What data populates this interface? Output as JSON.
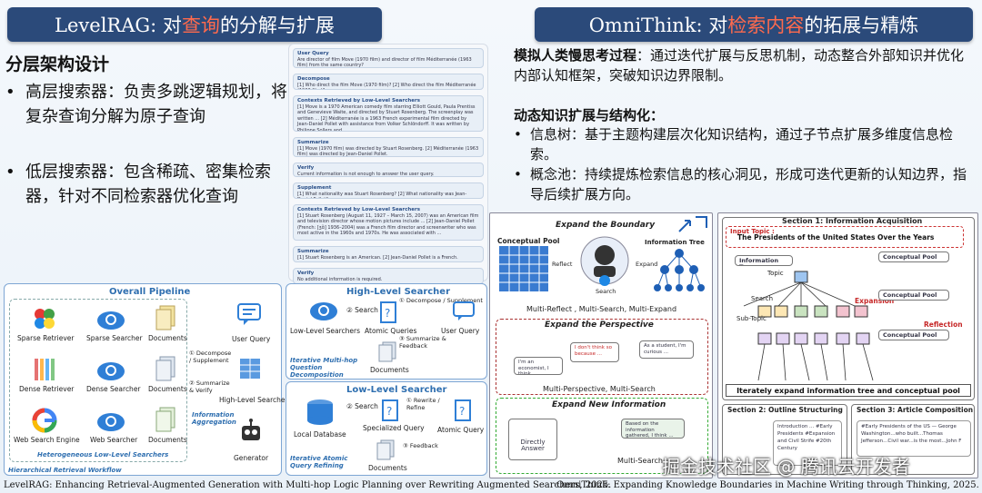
{
  "left_header": {
    "prefix": "LevelRAG: 对",
    "highlight": "查询",
    "suffix": "的分解与扩展"
  },
  "right_header": {
    "prefix": "OmniThink: 对",
    "highlight": "检索内容",
    "suffix": "的拓展与精炼"
  },
  "left_points": {
    "title": "分层架构设计",
    "bullet1": "高层搜索器：负责多跳逻辑规划，将复杂查询分解为原子查询",
    "bullet2": "低层搜索器：包含稀疏、密集检索器，针对不同检索器优化查询"
  },
  "right_points": {
    "h1": "模拟人类慢思考过程",
    "p1": "：通过迭代扩展与反思机制，动态整合外部知识并优化内部认知框架，突破知识边界限制。",
    "h2": "动态知识扩展与结构化：",
    "b1": "信息树：基于主题构建层次化知识结构，通过子节点扩展多维度信息检索。",
    "b2": "概念池：持续提炼检索信息的核心洞见，形成可迭代更新的认知边界，指导后续扩展方向。"
  },
  "trace": [
    {
      "t": "User Query",
      "b": "Are director of film Move (1970 film) and director of film Méditerranée (1963 film) from the same country?"
    },
    {
      "t": "Decompose",
      "b": "[1] Who direct the film Move (1970 film)? [2] Who direct the film Méditerranée (1963 film)?"
    },
    {
      "t": "Contexts Retrieved by Low-Level Searchers",
      "b": "[1] Move is a 1970 American comedy film starring Elliott Gould, Paula Prentiss and Genevieve Waite, and directed by Stuart Rosenberg. The screenplay was written ... [2] Méditerranée is a 1963 French experimental film directed by Jean-Daniel Pollet with assistance from Volker Schlöndorff. It was written by Philippe Sollers and ..."
    },
    {
      "t": "Summarize",
      "b": "[1] Move (1970 film) was directed by Stuart Rosenberg. [2] Méditerranée (1963 film) was directed by Jean-Daniel Pollet."
    },
    {
      "t": "Verify",
      "b": "Current information is not enough to answer the user query."
    },
    {
      "t": "Supplement",
      "b": "[1] What nationality was Stuart Rosenberg? [2] What nationality was Jean-Daniel Pollet?"
    },
    {
      "t": "Contexts Retrieved by Low-Level Searchers",
      "b": "[1] Stuart Rosenberg (August 11, 1927 – March 15, 2007) was an American film and television director whose motion pictures include ... [2] Jean-Daniel Pollet (French: [ʒɑ̃] 1936–2004) was a French film director and screenwriter who was most active in the 1960s and 1970s. He was associated with ..."
    },
    {
      "t": "Summarize",
      "b": "[1] Stuart Rosenberg is an American. [2] Jean-Daniel Pollet is a French."
    },
    {
      "t": "Verify",
      "b": "No additional information is required."
    }
  ],
  "pipeline": {
    "title": "Overall Pipeline",
    "sparse_retriever": "Sparse Retriever",
    "sparse_searcher": "Sparse Searcher",
    "dense_retriever": "Dense Retriever",
    "dense_searcher": "Dense Searcher",
    "web_engine": "Web Search Engine",
    "web_searcher": "Web Searcher",
    "documents": "Documents",
    "user_query": "User Query",
    "decompose": "① Decompose / Supplement",
    "summarize": "② Summarize & Verify",
    "high_level": "High-Level Searcher",
    "info_agg": "Information Aggregation",
    "generator": "Generator",
    "hetero": "Heterogeneous Low-Level Searchers",
    "workflow": "Hierarchical Retrieval Workflow"
  },
  "high_level": {
    "title": "High-Level Searcher",
    "decompose": "① Decompose / Supplement",
    "search": "② Search",
    "low_level": "Low-Level Searchers",
    "atomic": "Atomic Queries",
    "user_query": "User Query",
    "summarize": "③ Summarize & Feedback",
    "documents": "Documents",
    "caption": "Iterative Multi-hop Question Decomposition"
  },
  "low_level": {
    "title": "Low-Level Searcher",
    "rewrite": "① Rewrite / Refine",
    "search": "② Search",
    "local_db": "Local Database",
    "specialized": "Specialized Query",
    "atomic": "Atomic Query",
    "feedback": "③ Feedback",
    "documents": "Documents",
    "caption": "Iterative Atomic Query Refining"
  },
  "omni_left": {
    "expand_boundary": "Expand the Boundary",
    "conceptual_pool": "Conceptual Pool",
    "information_tree": "Information Tree",
    "reflect": "Reflect",
    "search": "Search",
    "expand": "Expand",
    "multi": "Multi-Reflect , Multi-Search, Multi-Expand",
    "expand_perspective": "Expand the Perspective",
    "dont_know": "I don't think so because ...",
    "economist": "I'm an economist, I think ...",
    "student": "As a student, I'm curious ...",
    "multi_persp": "Multi-Perspective, Multi-Search",
    "expand_new": "Expand New Information",
    "directly": "Directly Answer",
    "based_on": "Based on the information gathered, I think ...",
    "multi_search": "Multi-Search"
  },
  "omni_right": {
    "sec1": "Section 1: Information Acquisition",
    "input_topic_label": "Input Topic :",
    "input_topic": "The Presidents of the United States Over the Years",
    "info_tree": "Information Tree",
    "conceptual_pool": "Conceptual Pool",
    "topic": "Topic",
    "search": "Search",
    "expansion": "Expansion",
    "sub_topic": "Sub-Topic",
    "reflection": "Reflection",
    "iter": "Iterately expand information tree and conceptual pool",
    "sec2": "Section 2: Outline Structuring",
    "sec3": "Section 3: Article Composition",
    "outline": "Introduction ... #Early Presidents #Expansion and Civil Strife #20th Century",
    "article": "#Early Presidents of the US — George Washington...who built...Thomas Jefferson...Civil war...is the most...John F"
  },
  "footer": {
    "left": "LevelRAG: Enhancing Retrieval-Augmented Generation with Multi-hop Logic Planning over Rewriting Augmented Searchers, 2025.",
    "right": "OmniThink: Expanding Knowledge Boundaries in Machine Writing through Thinking, 2025."
  },
  "watermark": "掘金技术社区 @ 腾讯云开发者"
}
